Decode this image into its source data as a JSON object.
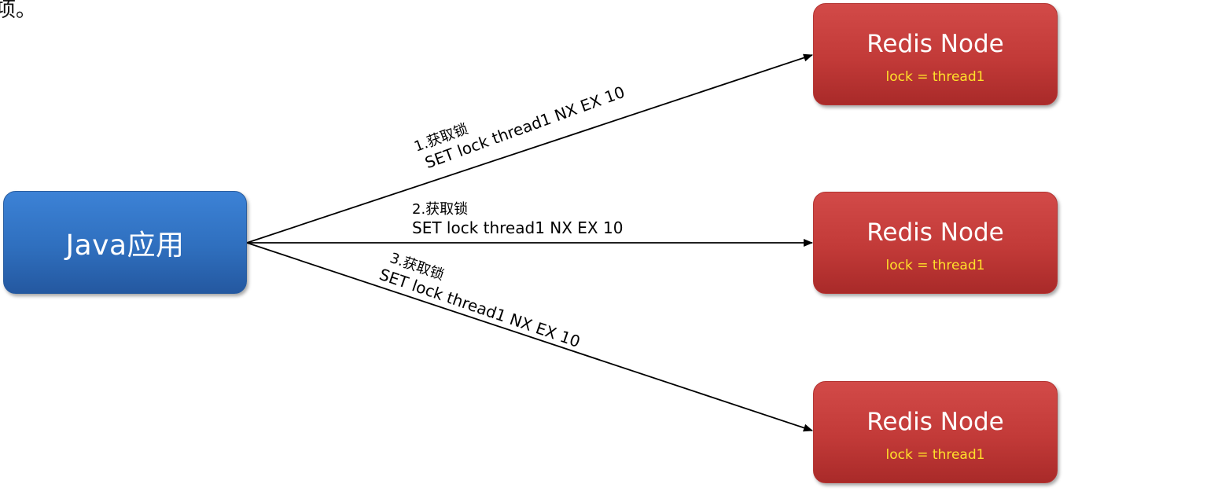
{
  "top_fragment": "项。",
  "java_node": {
    "label": "Java应用"
  },
  "redis_nodes": [
    {
      "title": "Redis Node",
      "value": "lock = thread1"
    },
    {
      "title": "Redis Node",
      "value": "lock = thread1"
    },
    {
      "title": "Redis Node",
      "value": "lock = thread1"
    }
  ],
  "edges": [
    {
      "step": "1.获取锁",
      "command": "SET lock thread1 NX EX 10"
    },
    {
      "step": "2.获取锁",
      "command": "SET lock thread1 NX EX 10"
    },
    {
      "step": "3.获取锁",
      "command": "SET lock thread1 NX EX 10"
    }
  ],
  "colors": {
    "java_box": "#2f6fbe",
    "redis_box": "#c23a38",
    "redis_value_text": "#ffe02a",
    "arrow": "#000000"
  }
}
